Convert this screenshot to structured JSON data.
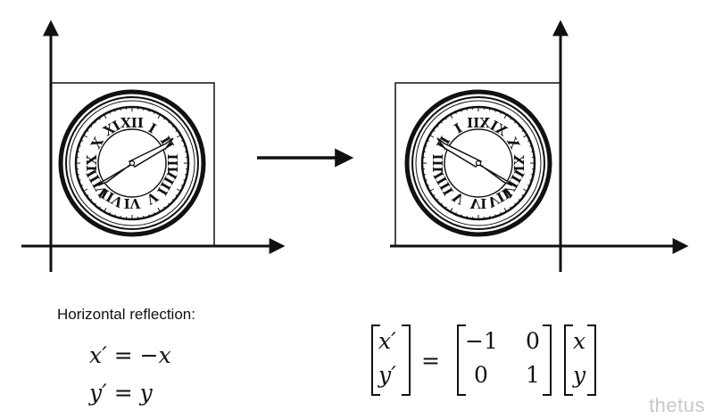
{
  "caption": "Horizontal reflection:",
  "equations": {
    "line1": {
      "lhs": "x′",
      "eq": "=",
      "rhs": "−x"
    },
    "line2": {
      "lhs": "y′",
      "eq": "=",
      "rhs": "y"
    }
  },
  "matrix_equation": {
    "lhs_vector": [
      "x′",
      "y′"
    ],
    "equals": "=",
    "matrix": [
      [
        "−1",
        "0"
      ],
      [
        "0",
        "1"
      ]
    ],
    "rhs_vector": [
      "x",
      "y"
    ]
  },
  "roman_numerals": [
    "XII",
    "I",
    "II",
    "III",
    "IIII",
    "V",
    "VI",
    "VII",
    "VIII",
    "IX",
    "X",
    "XI"
  ],
  "watermark": "thetus",
  "colors": {
    "ink": "#111111",
    "watermark": "#c8c8c8",
    "background": "#ffffff"
  }
}
